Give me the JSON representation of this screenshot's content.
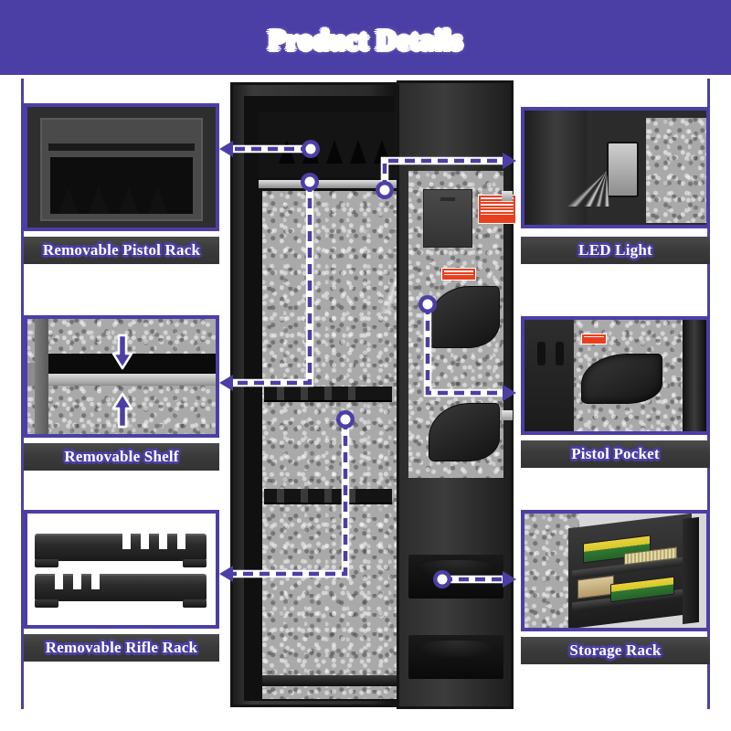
{
  "header": {
    "title": "Product Details",
    "background_color": "#4b3fa6",
    "text_color": "#ffffff"
  },
  "theme": {
    "accent_purple": "#4b3fa6",
    "label_bar": "#3b3b3b",
    "label_text": "#ffffff",
    "page_background": "#ffffff"
  },
  "callouts": {
    "left": [
      {
        "id": "pistol-rack",
        "label": "Removable Pistol Rack",
        "icon": "pistol-rack-photo"
      },
      {
        "id": "shelf",
        "label": "Removable Shelf",
        "icon": "shelf-photo"
      },
      {
        "id": "rifle-rack",
        "label": "Removable Rifle Rack",
        "icon": "rifle-rack-photo"
      }
    ],
    "right": [
      {
        "id": "led-light",
        "label": "LED Light",
        "icon": "led-light-photo"
      },
      {
        "id": "pistol-pocket",
        "label": "Pistol Pocket",
        "icon": "pistol-pocket-photo"
      },
      {
        "id": "storage-rack",
        "label": "Storage Rack",
        "icon": "storage-rack-photo"
      }
    ]
  },
  "center": {
    "name": "gun-safe-product-photo",
    "description": "Open gun safe cabinet with felt lining"
  },
  "connectors": [
    {
      "from": "pistol-rack-marker",
      "to": "pistol-rack",
      "direction": "left"
    },
    {
      "from": "shelf-marker",
      "to": "shelf",
      "direction": "left"
    },
    {
      "from": "rifle-rack-marker",
      "to": "rifle-rack",
      "direction": "left"
    },
    {
      "from": "led-light-marker",
      "to": "led-light",
      "direction": "right"
    },
    {
      "from": "pistol-pocket-marker",
      "to": "pistol-pocket",
      "direction": "right"
    },
    {
      "from": "storage-rack-marker",
      "to": "storage-rack",
      "direction": "right"
    }
  ]
}
